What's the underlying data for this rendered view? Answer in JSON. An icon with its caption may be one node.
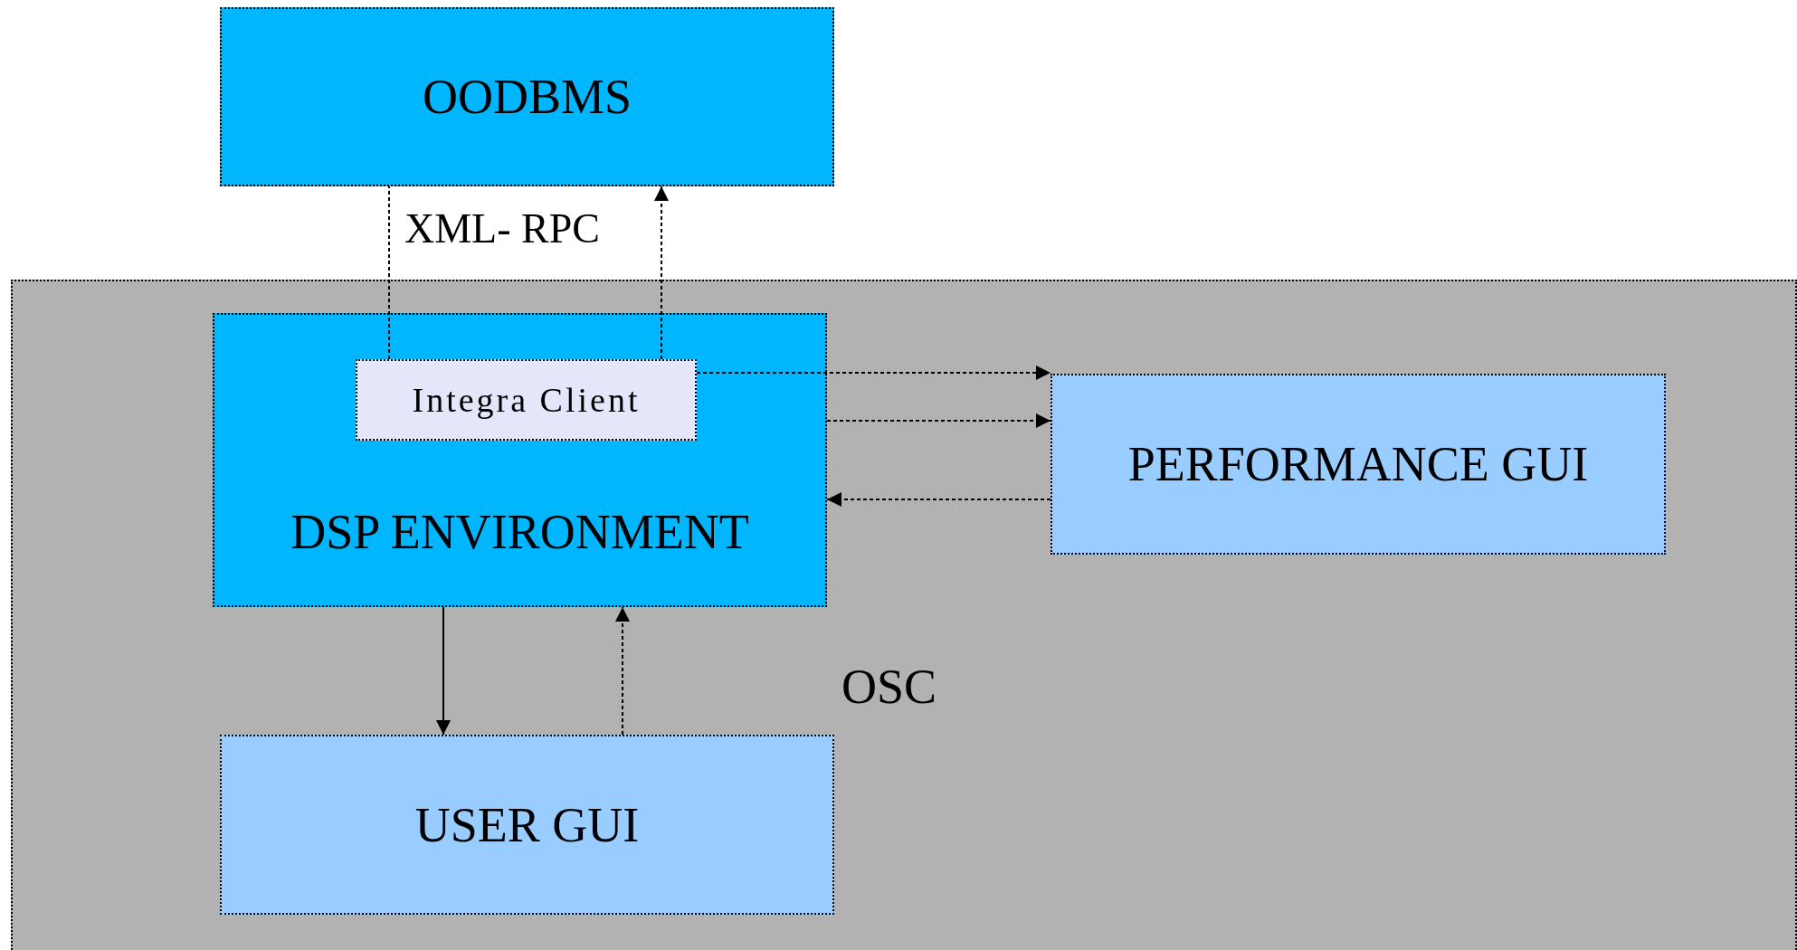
{
  "diagram": {
    "nodes": [
      {
        "text": [
          "OODBMS"
        ]
      },
      {
        "text": [],
        "shape": "box"
      },
      {
        "text": [
          "DSP ENVIRONMENT"
        ],
        "in": 1
      },
      {
        "text": [
          "Integra Client"
        ],
        "in": 2
      },
      {
        "text": [
          "PERFORMANCE GUI"
        ],
        "in": 1
      },
      {
        "text": [
          "USER GUI"
        ],
        "in": 1
      }
    ],
    "edges": [
      {
        "from": 3,
        "to": 0,
        "arrow": "none",
        "style": "dashed"
      },
      {
        "from": 3,
        "to": 0,
        "arrow": "to",
        "style": "dashed"
      },
      {
        "from": 3,
        "to": 4,
        "arrow": "to",
        "style": "dashed"
      },
      {
        "from": 2,
        "to": 4,
        "arrow": "to",
        "style": "dashed"
      },
      {
        "from": 4,
        "to": 2,
        "arrow": "to",
        "style": "dashed"
      },
      {
        "from": 2,
        "to": 5,
        "arrow": "to"
      },
      {
        "from": 5,
        "to": 2,
        "arrow": "to",
        "style": "dashed"
      }
    ],
    "labels": [
      "XML- RPC",
      "OSC"
    ]
  }
}
